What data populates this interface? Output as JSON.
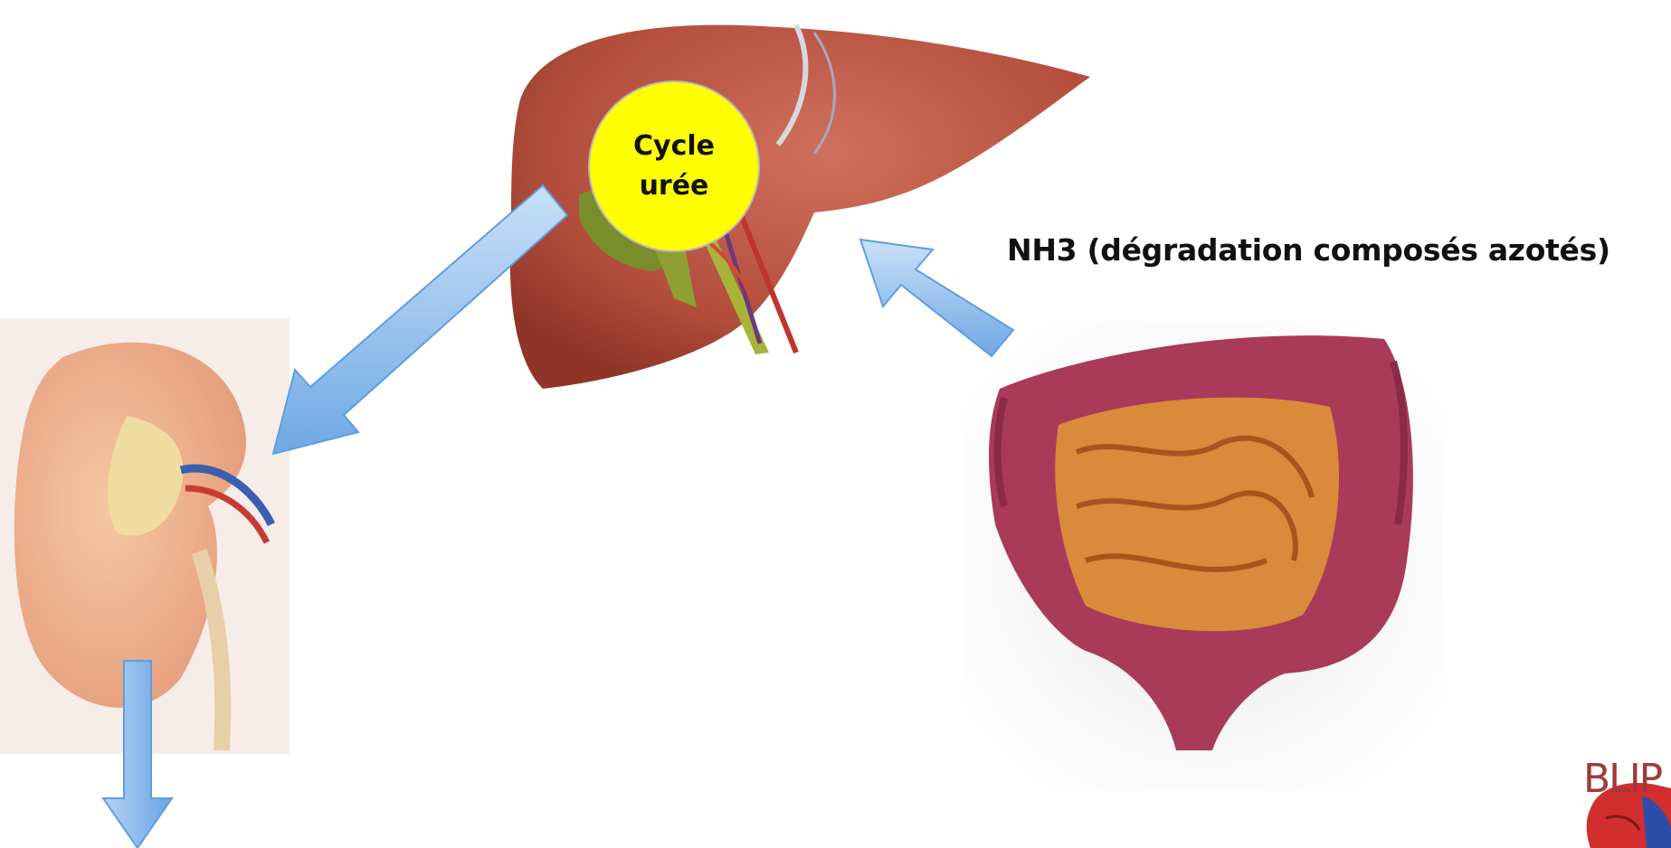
{
  "badge": {
    "line1": "Cycle",
    "line2": "urée"
  },
  "nh3_label": "NH3 (dégradation composés azotés)",
  "logo": {
    "text": "BLIP"
  },
  "icons": {
    "liver": "liver-illustration",
    "kidney": "kidney-illustration",
    "intestine": "intestine-illustration",
    "arrow": "blue-arrow",
    "logo": "blip-logo-icon"
  },
  "colors": {
    "arrow_light": "#b5d5f5",
    "arrow_dark": "#5e9ee0",
    "badge": "#ffff00",
    "liver": "#b9533f",
    "kidney": "#e9a17e",
    "colon": "#a93a5a",
    "small_intestine": "#d98a3b"
  }
}
